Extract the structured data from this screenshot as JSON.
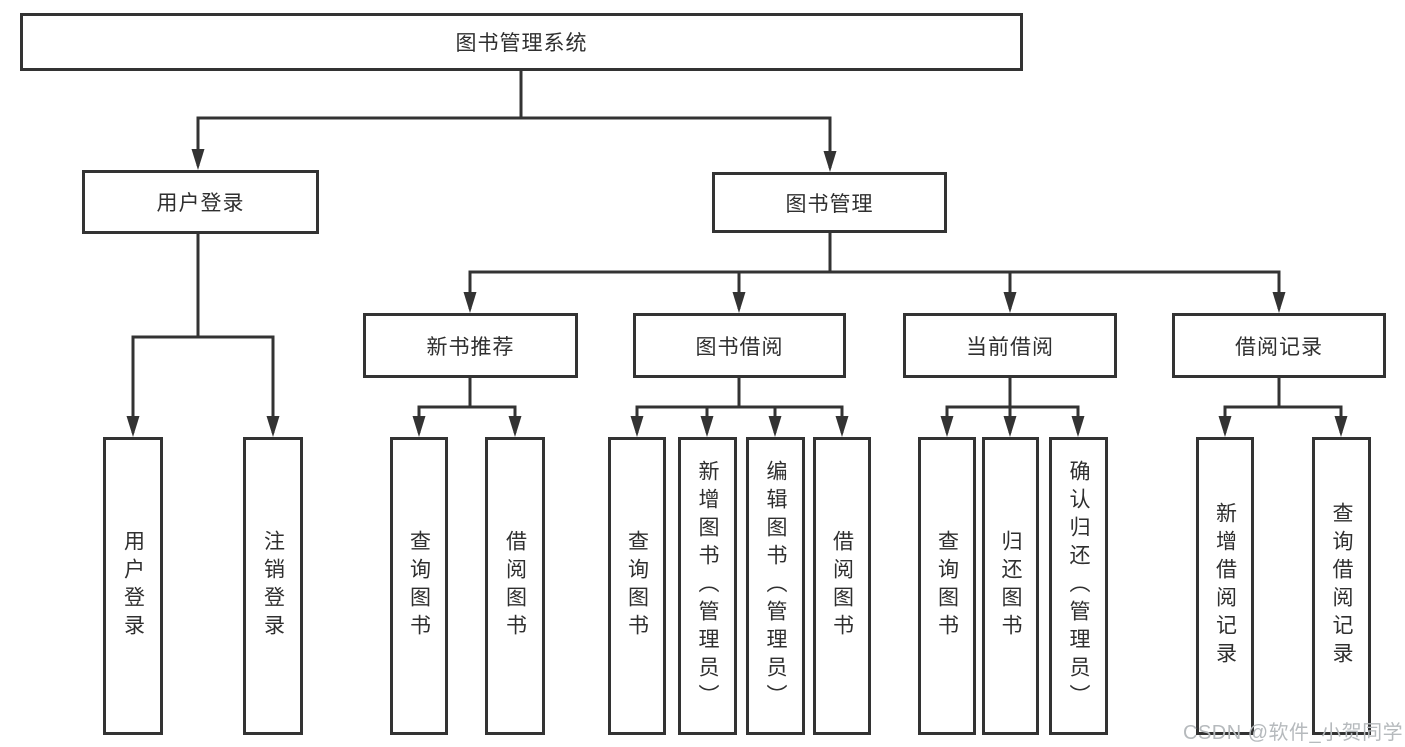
{
  "diagram": {
    "root": "图书管理系统",
    "level2": [
      "用户登录",
      "图书管理"
    ],
    "level3": [
      "新书推荐",
      "图书借阅",
      "当前借阅",
      "借阅记录"
    ],
    "leaves": [
      "用户登录",
      "注销登录",
      "查询图书",
      "借阅图书",
      "查询图书",
      "新增图书（管理员）",
      "编辑图书（管理员）",
      "借阅图书",
      "查询图书",
      "归还图书",
      "确认归还（管理员）",
      "新增借阅记录",
      "查询借阅记录"
    ]
  },
  "watermark": "CSDN @软件_小贺同学",
  "colors": {
    "line": "#333333",
    "text": "#2f2f2f",
    "box_fill": "#ffffff",
    "watermark": "#b6babd",
    "background": "#ffffff"
  }
}
